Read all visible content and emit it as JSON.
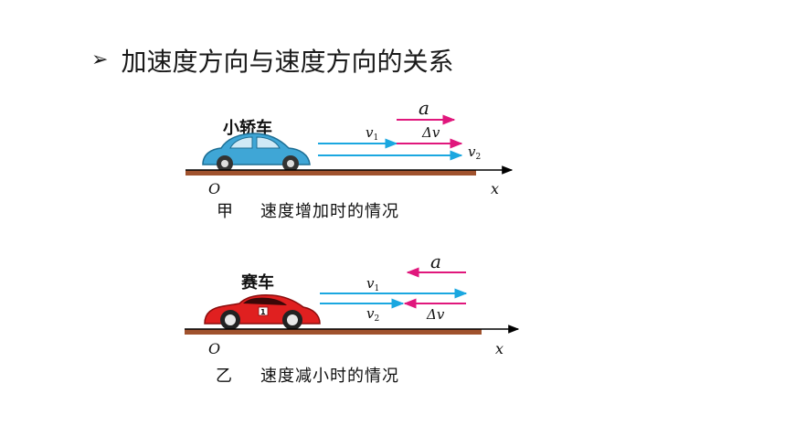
{
  "heading": {
    "bullet": "➢",
    "text": "加速度方向与速度方向的关系"
  },
  "panel_a": {
    "vehicle_label": "小轿车",
    "origin": "O",
    "axis": "x",
    "a": "a",
    "v1": "v",
    "v1_sub": "1",
    "v2": "v",
    "v2_sub": "2",
    "dv": "Δv",
    "caption_prefix": "甲",
    "caption": "速度增加时的情况"
  },
  "panel_b": {
    "vehicle_label": "赛车",
    "origin": "O",
    "axis": "x",
    "a": "a",
    "v1": "v",
    "v1_sub": "1",
    "v2": "v",
    "v2_sub": "2",
    "dv": "Δv",
    "caption_prefix": "乙",
    "caption": "速度减小时的情况"
  },
  "colors": {
    "velocity": "#1aa7e0",
    "acceleration": "#e0177c",
    "ground": "#a0522d",
    "axis": "#000000",
    "sedan": "#3fa6d6",
    "racecar": "#e02020"
  }
}
